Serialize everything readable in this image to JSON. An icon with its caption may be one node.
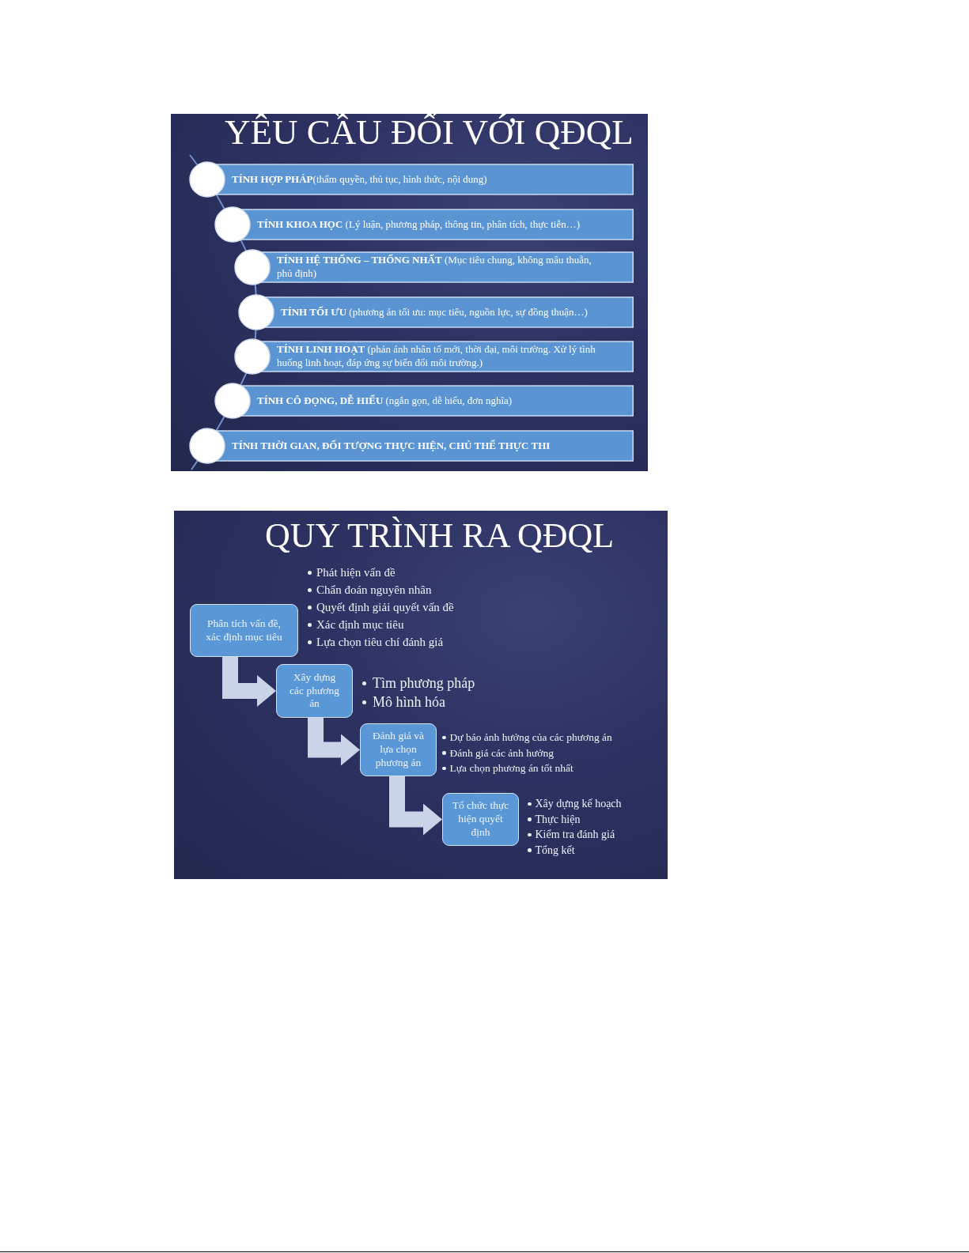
{
  "diagram": {
    "nodes": [
      {
        "text": [
          "YÊU CẦU ĐỐI VỚI QĐQL"
        ]
      },
      {
        "text": [
          "**TÍNH HỢP PHÁP**(thẩm quyền, thủ tục, hình thức, nội dung)"
        ],
        "in": 0
      },
      {
        "text": [
          "**TÍNH KHOA HỌC** (Lý luận, phương pháp, thông tin, phân tích, thực tiễn…)"
        ],
        "in": 0
      },
      {
        "text": [
          "**TÍNH HỆ THỐNG – THỐNG NHẤT** (Mục tiêu chung, không mâu thuẫn, phủ định)"
        ],
        "in": 0
      },
      {
        "text": [
          "**TÍNH TỐI ƯU** (phương án tối ưu: mục tiêu, nguồn lực, sự đồng thuận…)"
        ],
        "in": 0
      },
      {
        "text": [
          "**TÍNH LINH HOẠT** (phản ánh nhân tố mới, thời đại, môi trường. Xử lý tình huống linh hoạt, đáp ứng sự biến đổi môi trường.)"
        ],
        "in": 0
      },
      {
        "text": [
          "**TÍNH CÔ ĐỌNG, DỄ HIỂU** (ngắn gọn, dễ hiểu, đơn nghĩa)"
        ],
        "in": 0
      },
      {
        "text": [
          "TÍNH THỜI GIAN, ĐỐI TƯỢNG THỰC HIỆN, CHỦ THỂ THỰC THI"
        ],
        "in": 0
      },
      {
        "text": [
          "QUY TRÌNH RA QĐQL"
        ]
      },
      {
        "text": [
          "Phân tích vấn đề, xác định mục tiêu"
        ],
        "in": 8,
        "beside": [
          "Phát hiện vấn đề",
          "Chẩn đoán nguyên nhân",
          "Quyết định giải quyết vấn đề",
          "Xác định mục tiêu",
          "Lựa chọn tiêu chí đánh giá"
        ]
      },
      {
        "text": [
          "Xây dựng các phương án"
        ],
        "in": 8,
        "beside": [
          "Tìm phương pháp",
          "Mô hình hóa"
        ]
      },
      {
        "text": [
          "Đánh giá và lựa chọn phương án"
        ],
        "in": 8,
        "beside": [
          "Dự báo ảnh hưởng của các phương án",
          "Đánh giá các ảnh hưởng",
          "Lựa chọn phương án tốt nhất"
        ]
      },
      {
        "text": [
          "Tổ chức thực hiện quyết định"
        ],
        "in": 8,
        "beside": [
          "Xây dựng kế hoạch",
          "Thực hiện",
          "Kiểm tra đánh giá",
          "Tổng kết"
        ]
      }
    ],
    "edges": [
      {
        "from": 9,
        "to": 10,
        "arrow": "to"
      },
      {
        "from": 10,
        "to": 11,
        "arrow": "to"
      },
      {
        "from": 11,
        "to": 12,
        "arrow": "to"
      }
    ]
  }
}
